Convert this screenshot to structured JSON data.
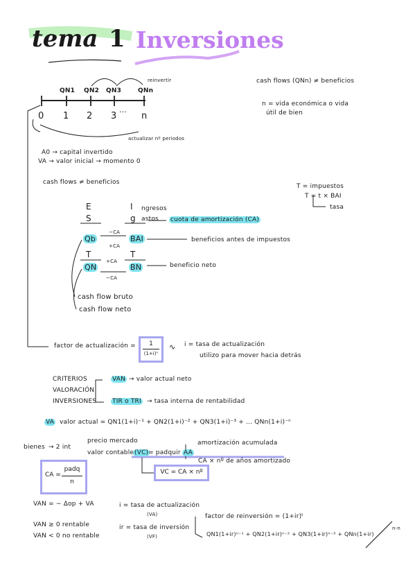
{
  "title": {
    "tema": "tema",
    "num": "1",
    "name": "Inversiones"
  },
  "timeline": {
    "labels": [
      "QN1",
      "QN2",
      "QN3",
      "QNn"
    ],
    "reinvertir": "reinvertir",
    "ticks": [
      "0",
      "1",
      "2",
      "3",
      "...",
      "n"
    ],
    "actualizar": "actualizar nº periodos"
  },
  "defs": {
    "a0": "A0 → capital invertido",
    "va": "VA → valor inicial → momento 0"
  },
  "right_notes": {
    "cashflow": "cash flows (QNn) ≠ beneficios",
    "n_def_1": "n = vida económica o vida",
    "n_def_2": "útil de bien",
    "t1": "T = impuestos",
    "t2": "T = t × BAI",
    "t3": "tasa"
  },
  "cf_ne_beneficio": "cash flows ≠ beneficios",
  "scheme": {
    "E": "E",
    "S": "S",
    "I": "I",
    "G": "g",
    "ingresos": "ngresos",
    "gastos": "astos",
    "cuota": "cuota de amortización (CA)",
    "qb": "Qb",
    "bai": "BAI",
    "minus_ca": "−CA",
    "plus_ca": "+CA",
    "bai_desc": "beneficios antes de impuestos",
    "T": "T",
    "qn": "QN",
    "bn": "BN",
    "bn_desc": "beneficio neto",
    "cf_bruto": "cash flow bruto",
    "cf_neto": "cash flow neto"
  },
  "factor": {
    "label": "factor de actualización =",
    "num": "1",
    "den": "(1+i)ⁿ",
    "i_desc": "i = tasa de actualización",
    "i_desc2": "utilizo para mover hacia detrás"
  },
  "criterios": {
    "c1": "CRITERIOS",
    "c2": "VALORACIÓN",
    "c3": "INVERSIONES",
    "van": "VAN",
    "van_desc": "→ valor actual neto",
    "tir": "TIR o TRI",
    "tir_desc": "→ tasa interna de rentabilidad"
  },
  "va_formula": {
    "va": "VA",
    "text": "valor actual = QN1(1+i)⁻¹ + QN2(1+i)⁻² + QN3(1+i)⁻³ + ... QNn(1+i)⁻ⁿ"
  },
  "bienes": {
    "bienes": "bienes",
    "arrow": "→ 2 int",
    "precio": "precio mercado",
    "contable": "valor contable",
    "vc": "(VC)",
    "padquir": "= padquir −",
    "aa": "AA",
    "amort": "amortización acumulada",
    "ca_n": "CA × nº de años amortizado",
    "vc_formula": "VC = CA × nº",
    "ca_eq": "CA =",
    "ca_num": "padq",
    "ca_den": "n"
  },
  "van_block": {
    "van_eq": "VAN = − Δop + VA",
    "i_rate": "i = tasa de actualización",
    "i_va": "(VA)",
    "ge": "VAN ≥ 0   rentable",
    "lt": "VAN < 0   no rentable",
    "ir": "ir = tasa de inversión",
    "ir_vf": "(VF)",
    "factor_r": "factor de reinversión = (1+ir)ᵗ",
    "qsum": "QN1(1+ir)ⁿ⁻¹ + QN2(1+ir)ⁿ⁻² + QN3(1+ir)ⁿ⁻³ + QNn(1+ir)",
    "exp": "n-n"
  },
  "colors": {
    "highlight": "#7fe3ee",
    "box": "#a8a6f0",
    "green": "#8fe38a",
    "purple": "#c07ef0"
  }
}
